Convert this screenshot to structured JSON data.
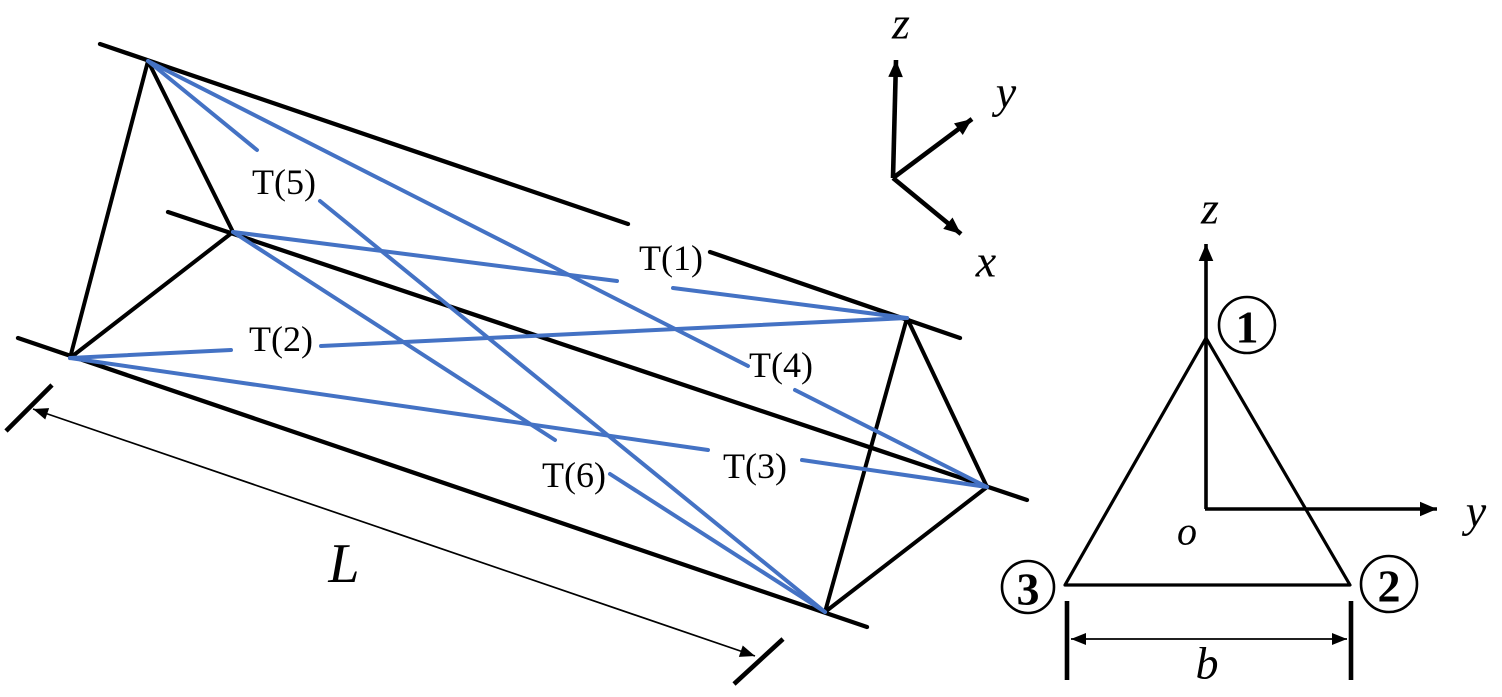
{
  "diagram": {
    "type": "triangular-prism-truss-figure",
    "colors": {
      "structure": "#000000",
      "cable": "#4472C4",
      "background": "#FFFFFF"
    },
    "members": [
      {
        "id": "T1",
        "label": "T(1)"
      },
      {
        "id": "T2",
        "label": "T(2)"
      },
      {
        "id": "T3",
        "label": "T(3)"
      },
      {
        "id": "T4",
        "label": "T(4)"
      },
      {
        "id": "T5",
        "label": "T(5)"
      },
      {
        "id": "T6",
        "label": "T(6)"
      }
    ],
    "axis_triad": {
      "z": "z",
      "y": "y",
      "x": "x"
    },
    "length_dimension": {
      "label": "L"
    },
    "cross_section": {
      "z_axis": "z",
      "y_axis": "y",
      "origin": "o",
      "base_dimension": "b",
      "nodes": [
        {
          "id": 1,
          "label": "1"
        },
        {
          "id": 2,
          "label": "2"
        },
        {
          "id": 3,
          "label": "3"
        }
      ]
    }
  }
}
